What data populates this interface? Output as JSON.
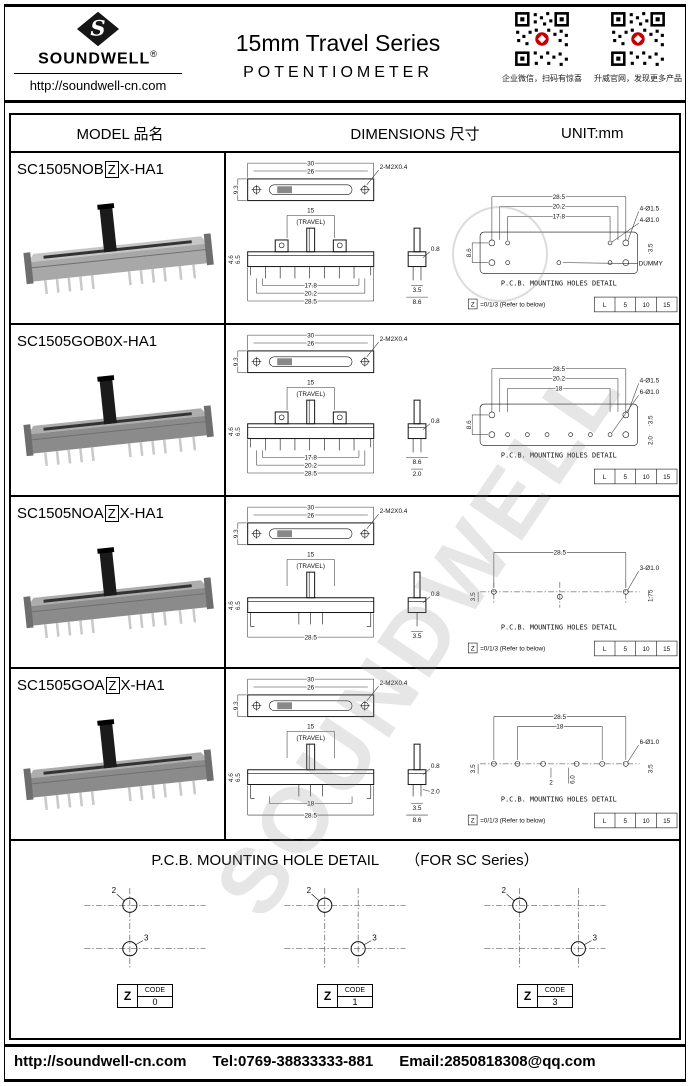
{
  "header": {
    "logo_initial": "S",
    "logo_text": "SOUNDWELL",
    "logo_reg": "®",
    "logo_url": "http://soundwell-cn.com",
    "title": "15mm Travel Series",
    "subtitle": "POTENTIOMETER",
    "qr1_caption": "企业微信，扫码有惊喜",
    "qr2_caption": "升威官网，发现更多产品"
  },
  "table_header": {
    "model": "MODEL 品名",
    "dimensions": "DIMENSIONS 尺寸",
    "unit": "UNIT:mm"
  },
  "watermark": "SOUNDWELL",
  "rows": [
    {
      "model": {
        "prefix": "SC1505NOB",
        "z": "Z",
        "suffix": "X-HA1"
      },
      "top_view": {
        "w_outer": "30",
        "w_inner": "26",
        "screw": "2-M2X0.4",
        "h": "9.3"
      },
      "front_view": {
        "travel": "15",
        "travel_label": "(TRAVEL)",
        "h1": "4.6",
        "h2": "6.5",
        "b1": "17.8",
        "b2": "20.2",
        "b3": "28.5"
      },
      "side_view": {
        "t": "0.8",
        "b1": "3.5",
        "b2": "8.6"
      },
      "pcb": {
        "d1": "28.5",
        "d2": "20.2",
        "d3": "17.8",
        "label1": "4-Ø1.5",
        "label2": "4-Ø1.0",
        "left": "8.6",
        "right": "3.5",
        "note": "DUMMY",
        "caption": "P.C.B. MOUNTING HOLES DETAIL"
      },
      "z_note": {
        "z": "Z",
        "text": "=0/1/3 (Refer to below)"
      },
      "l_table": [
        "L",
        "5",
        "10",
        "15"
      ]
    },
    {
      "model": {
        "prefix": "SC1505GOB0X-HA1",
        "z": "",
        "suffix": ""
      },
      "top_view": {
        "w_outer": "30",
        "w_inner": "26",
        "screw": "2-M2X0.4",
        "h": "9.3"
      },
      "front_view": {
        "travel": "15",
        "travel_label": "(TRAVEL)",
        "h1": "4.6",
        "h2": "6.5",
        "b1": "17.8",
        "b2": "20.2",
        "b3": "28.5"
      },
      "side_view": {
        "t": "0.8",
        "b1": "8.6",
        "b2": "2.0"
      },
      "pcb": {
        "d1": "28.5",
        "d2": "20.2",
        "d3": "18",
        "label1": "4-Ø1.5",
        "label2": "6-Ø1.0",
        "left": "8.6",
        "right": "3.5",
        "note": "2.0",
        "caption": "P.C.B. MOUNTING HOLES DETAIL"
      },
      "l_table": [
        "L",
        "5",
        "10",
        "15"
      ]
    },
    {
      "model": {
        "prefix": "SC1505NOA",
        "z": "Z",
        "suffix": "X-HA1"
      },
      "top_view": {
        "w_outer": "30",
        "w_inner": "26",
        "screw": "2-M2X0.4",
        "h": "9.3"
      },
      "front_view": {
        "travel": "15",
        "travel_label": "(TRAVEL)",
        "h1": "4.6",
        "h2": "6.5",
        "b1": "28.5"
      },
      "side_view": {
        "t": "0.8",
        "b1": "3.5"
      },
      "pcb": {
        "d1": "28.5",
        "label1": "3-Ø1.0",
        "left": "3.5",
        "right": "1.75",
        "caption": "P.C.B. MOUNTING HOLES DETAIL"
      },
      "z_note": {
        "z": "Z",
        "text": "=0/1/3 (Refer to below)"
      },
      "l_table": [
        "L",
        "5",
        "10",
        "15"
      ]
    },
    {
      "model": {
        "prefix": "SC1505GOA",
        "z": "Z",
        "suffix": "X-HA1"
      },
      "top_view": {
        "w_outer": "30",
        "w_inner": "26",
        "screw": "2-M2X0.4",
        "h": "9.3"
      },
      "front_view": {
        "travel": "15",
        "travel_label": "(TRAVEL)",
        "h1": "4.6",
        "h2": "6.5",
        "b1": "18",
        "b2": "28.5"
      },
      "side_view": {
        "t": "0.8",
        "t2": "2.0",
        "b1": "3.5",
        "b2": "8.6"
      },
      "pcb": {
        "d1": "28.5",
        "d2": "18",
        "label1": "6-Ø1.0",
        "left": "3.5",
        "mid": "2",
        "mid2": "6.0",
        "right": "3.5",
        "caption": "P.C.B. MOUNTING HOLES DETAIL"
      },
      "z_note": {
        "z": "Z",
        "text": "=0/1/3 (Refer to below)"
      },
      "l_table": [
        "L",
        "5",
        "10",
        "15"
      ]
    }
  ],
  "pcb_section": {
    "title": "P.C.B. MOUNTING HOLE DETAIL",
    "subtitle": "（FOR SC Series）",
    "codes": [
      {
        "z": "Z",
        "code_label": "CODE",
        "value": "0",
        "pin2": "2",
        "pin3": "3"
      },
      {
        "z": "Z",
        "code_label": "CODE",
        "value": "1",
        "pin2": "2",
        "pin3": "3"
      },
      {
        "z": "Z",
        "code_label": "CODE",
        "value": "3",
        "pin2": "2",
        "pin3": "3"
      }
    ]
  },
  "footer": {
    "url": "http://soundwell-cn.com",
    "tel": "Tel:0769-38833333-881",
    "email": "Email:2850818308@qq.com"
  }
}
